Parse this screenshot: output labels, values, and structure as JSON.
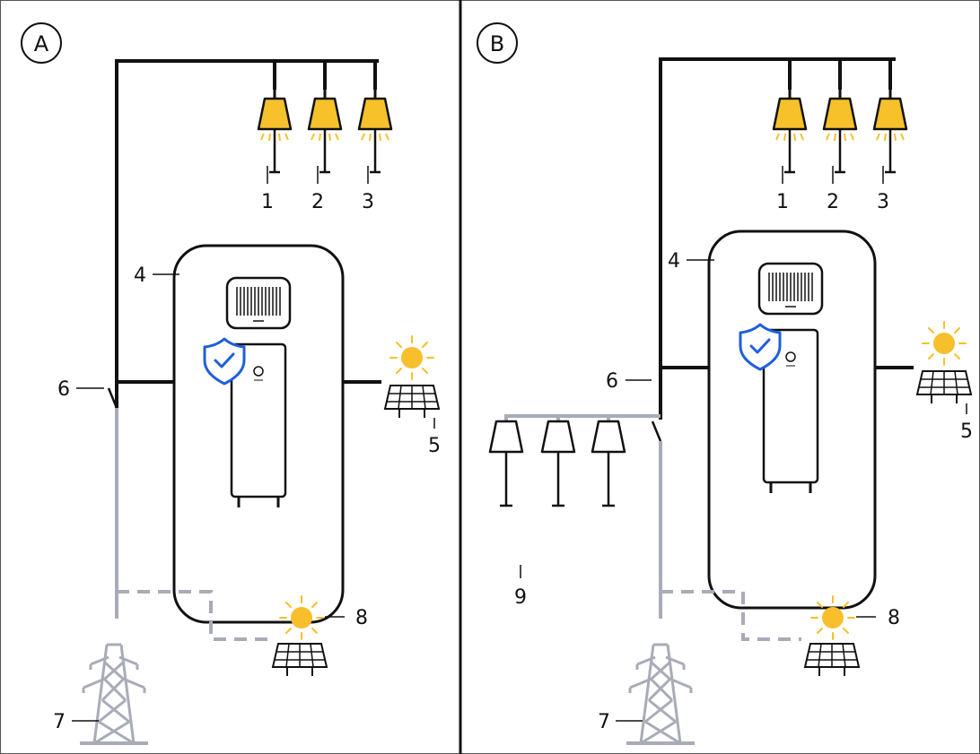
{
  "colors": {
    "load_active": "#f6c12a",
    "sun": "#f7bf2b",
    "backup_line": "#111111",
    "grid_line": "#a9acb8",
    "shield": "#1f5fd9",
    "panel_border": "#111111"
  },
  "panel_a": {
    "letter": "A",
    "labels": {
      "l1": "1",
      "l2": "2",
      "l3": "3",
      "l4": "4",
      "l5": "5",
      "l6": "6",
      "l7": "7",
      "l8": "8"
    }
  },
  "panel_b": {
    "letter": "B",
    "labels": {
      "l1": "1",
      "l2": "2",
      "l3": "3",
      "l4": "4",
      "l5": "5",
      "l6": "6",
      "l7": "7",
      "l8": "8",
      "l9": "9"
    }
  },
  "icons": [
    "lamp-icon",
    "inverter-icon",
    "battery-icon",
    "shield-check-icon",
    "sun-icon",
    "solar-panel-icon",
    "switch-icon",
    "pylon-icon"
  ]
}
